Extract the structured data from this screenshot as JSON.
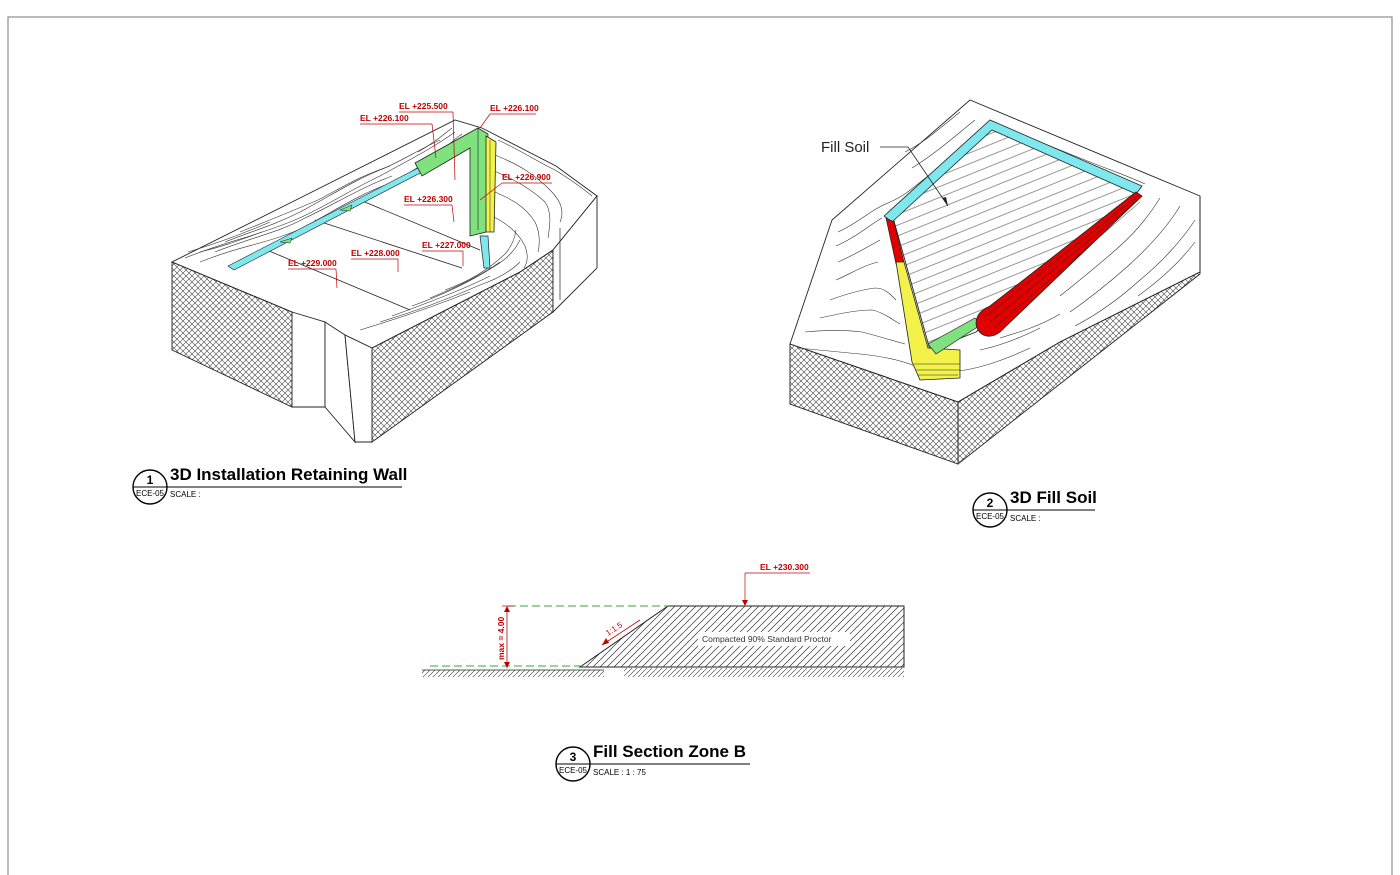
{
  "drawings": [
    {
      "number": "1",
      "sheet_ref": "ECE-05",
      "title": "3D Installation Retaining Wall",
      "scale": "SCALE :",
      "elevations": [
        "EL +225.500",
        "EL +226.100",
        "EL +226.100",
        "EL +226.900",
        "EL +226.300",
        "EL +227.000",
        "EL +228.000",
        "EL +229.000"
      ]
    },
    {
      "number": "2",
      "sheet_ref": "ECE-05",
      "title": "3D Fill Soil",
      "scale": "SCALE :",
      "callout": "Fill Soil"
    },
    {
      "number": "3",
      "sheet_ref": "ECE-05",
      "title": "Fill Section Zone B",
      "scale": "SCALE : 1 : 75",
      "elevation": "EL +230.300",
      "height_dim": "max = 4.00",
      "slope": "1:1.5",
      "fill_note": "Compacted 90% Standard Proctor"
    }
  ],
  "colors": {
    "elevation_text": "#c00000",
    "wall_green": "#7fe27f",
    "wall_cyan": "#7fe8ef",
    "wall_yellow": "#f2f24a",
    "wall_red": "#e00000"
  }
}
